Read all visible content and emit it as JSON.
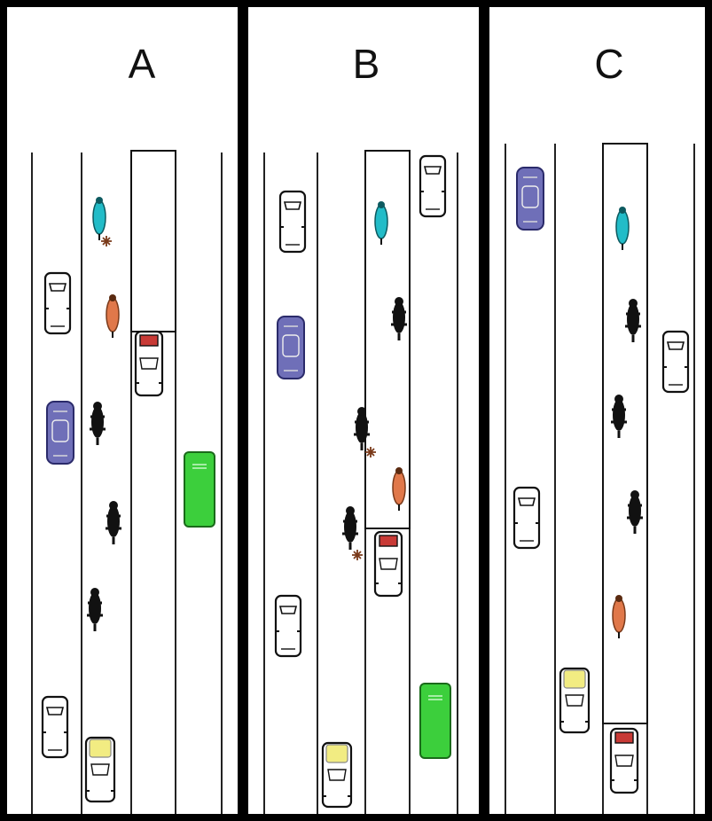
{
  "panels": [
    {
      "label": "A",
      "scenario": "wide-lane-bus"
    },
    {
      "label": "B",
      "scenario": "narrow-lane-bus"
    },
    {
      "label": "C",
      "scenario": "separated-bike-lane"
    }
  ],
  "colors": {
    "frame": "#000000",
    "road": "#ffffff",
    "lane_line": "#222222",
    "sedan_white": "#ffffff",
    "sedan_blue": "#6f6fb8",
    "cyan_rider": "#22bcc8",
    "orange_rider": "#e0784a",
    "red_car": "#c83a36",
    "yellow_car": "#f2ec82",
    "green_bus": "#3ccf3c",
    "cyclist": "#111111"
  }
}
